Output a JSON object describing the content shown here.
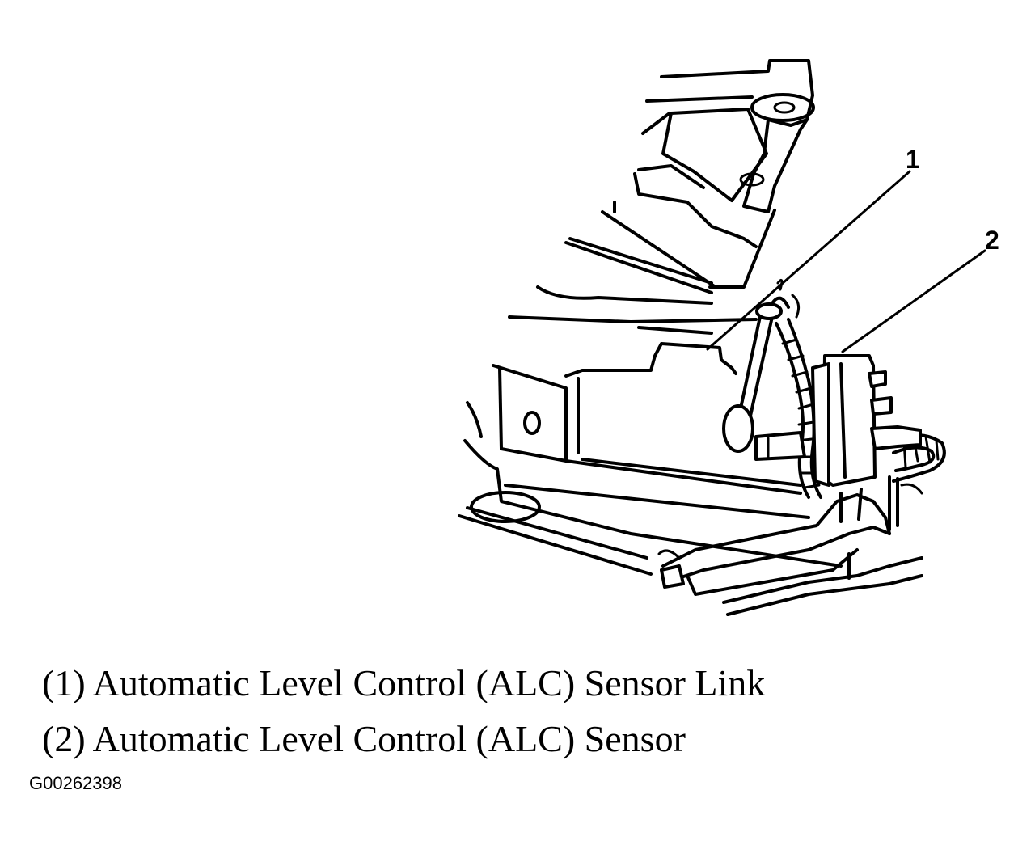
{
  "callouts": {
    "one": "1",
    "two": "2"
  },
  "legend": [
    "(1) Automatic Level Control (ALC) Sensor Link",
    "(2) Automatic Level Control (ALC) Sensor"
  ],
  "figure_id": "G00262398"
}
